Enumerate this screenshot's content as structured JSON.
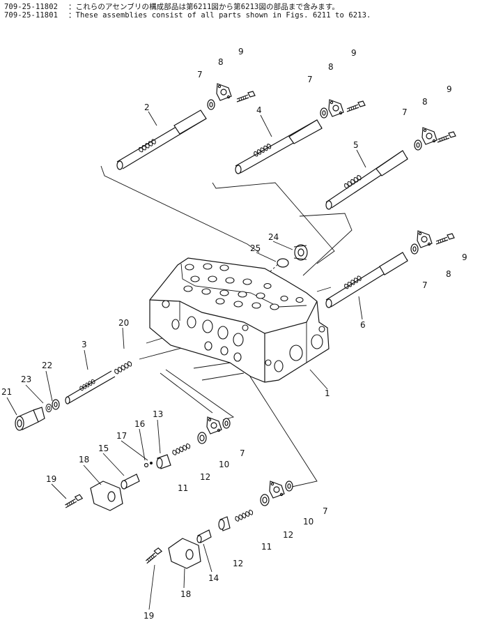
{
  "header": {
    "lines": [
      {
        "part_no": "709-25-11802",
        "note": "：これらのアセンブリの構成部品は第6211図から第6213図の部品まで含みます。"
      },
      {
        "part_no": "709-25-11801",
        "note": "：These assemblies consist of all parts shown in Figs. 6211 to 6213."
      }
    ]
  },
  "callouts": {
    "c1": "1",
    "c2": "2",
    "c3": "3",
    "c4": "4",
    "c5": "5",
    "c6": "6",
    "c7a": "7",
    "c7b": "7",
    "c7c": "7",
    "c7d": "7",
    "c7e": "7",
    "c7f": "7",
    "c8a": "8",
    "c8b": "8",
    "c8c": "8",
    "c8d": "8",
    "c9a": "9",
    "c9b": "9",
    "c9c": "9",
    "c9d": "9",
    "c10a": "10",
    "c10b": "10",
    "c11a": "11",
    "c11b": "11",
    "c12a": "12",
    "c12b": "12",
    "c12c": "12",
    "c13": "13",
    "c14": "14",
    "c15": "15",
    "c16": "16",
    "c17": "17",
    "c18a": "18",
    "c18b": "18",
    "c19a": "19",
    "c19b": "19",
    "c20": "20",
    "c21": "21",
    "c22": "22",
    "c23": "23",
    "c24": "24",
    "c25": "25"
  }
}
